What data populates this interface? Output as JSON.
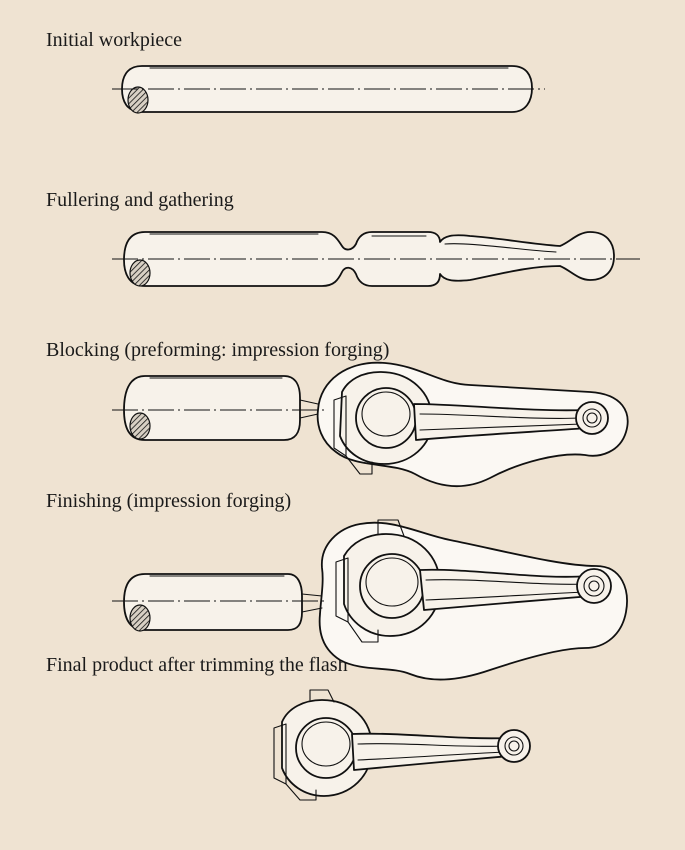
{
  "stages": [
    {
      "label": "Initial workpiece"
    },
    {
      "label": "Fullering and gathering"
    },
    {
      "label": "Blocking (preforming: impression forging)"
    },
    {
      "label": "Finishing (impression forging)"
    },
    {
      "label": "Final product after trimming the flash"
    }
  ]
}
